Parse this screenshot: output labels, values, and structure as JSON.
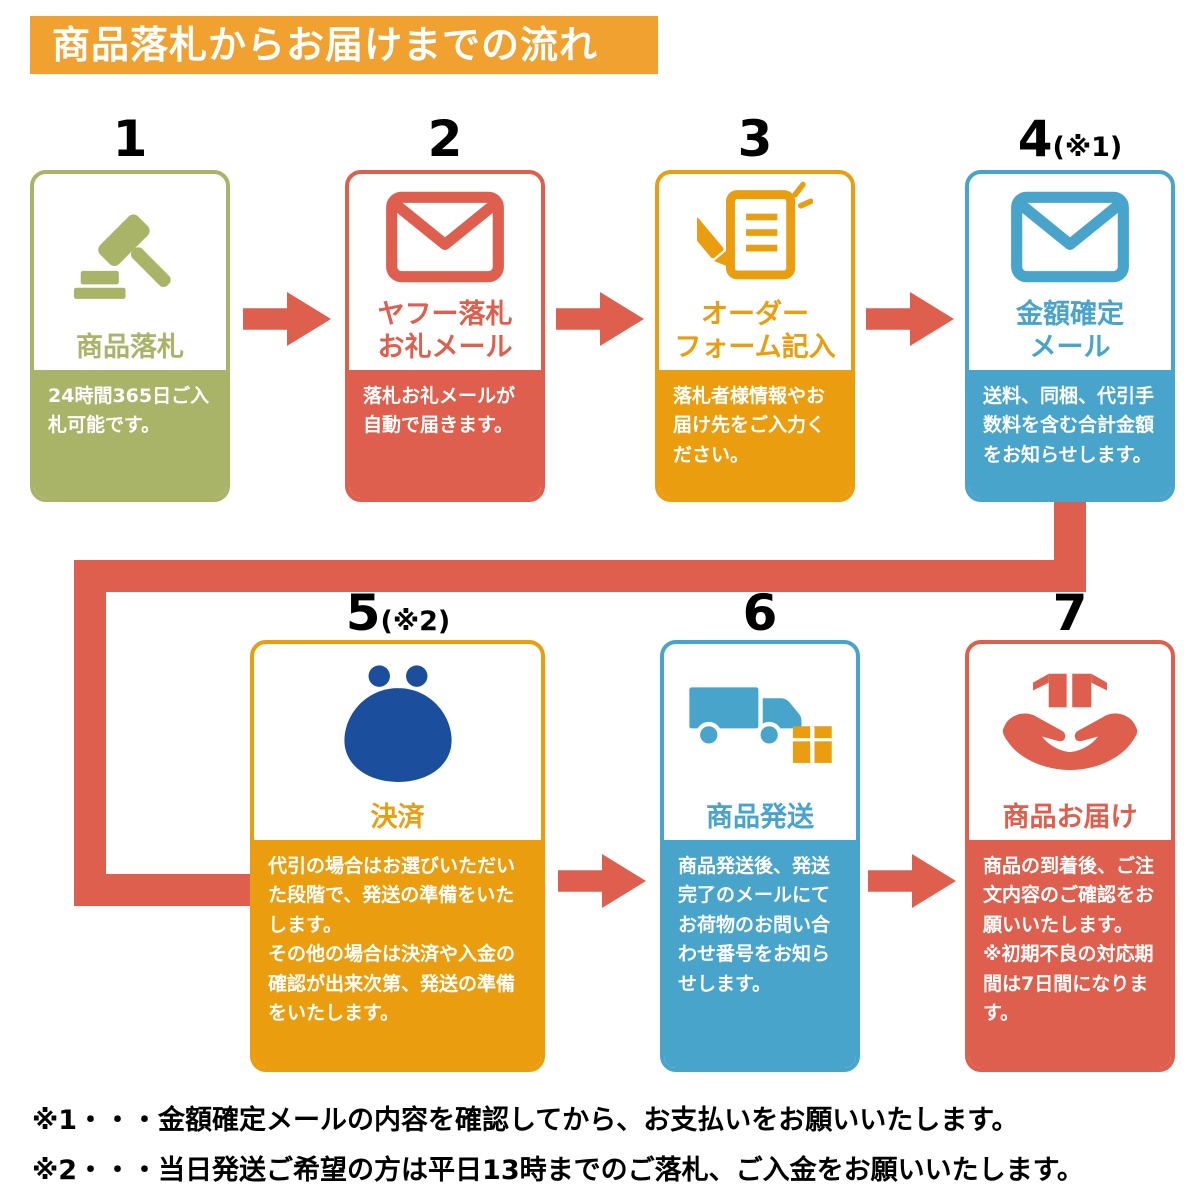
{
  "header": {
    "title": "商品落札からお届けまでの流れ",
    "bg": "#F1A12F",
    "fg": "#FFFFFF"
  },
  "colors": {
    "arrow": "#DE5F4D",
    "number": "#000000"
  },
  "steps": [
    {
      "number": "1",
      "number_note": "",
      "title": "商品落札",
      "desc": "24時間365日ご入札可能です。",
      "color": "#A9B469",
      "icon": "gavel-icon"
    },
    {
      "number": "2",
      "number_note": "",
      "title": "ヤフー落札\nお礼メール",
      "desc": "落札お礼メールが自動で届きます。",
      "color": "#DE5F4D",
      "icon": "envelope-icon"
    },
    {
      "number": "3",
      "number_note": "",
      "title": "オーダー\nフォーム記入",
      "desc": "落札者様情報やお届け先をご入力ください。",
      "color": "#EA9D0F",
      "icon": "order-form-pencil-icon"
    },
    {
      "number": "4",
      "number_note": "(※1)",
      "title": "金額確定\nメール",
      "desc": "送料、同梱、代引手数料を含む合計金額をお知らせします。",
      "color": "#48A4CB",
      "icon": "envelope-icon"
    },
    {
      "number": "5",
      "number_note": "(※2)",
      "title": "決済",
      "desc": "代引の場合はお選びいただいた段階で、発送の準備をいたします。\nその他の場合は決済や入金の確認が出来次第、発送の準備をいたします。",
      "color": "#EA9D0F",
      "icon": "coin-purse-icon",
      "icon_color": "#1B4F9E"
    },
    {
      "number": "6",
      "number_note": "",
      "title": "商品発送",
      "desc": "商品発送後、発送完了のメールにてお荷物のお問い合わせ番号をお知らせします。",
      "color": "#48A4CB",
      "icon": "delivery-truck-icon",
      "box_color": "#EA9D0F"
    },
    {
      "number": "7",
      "number_note": "",
      "title": "商品お届け",
      "desc": "商品の到着後、ご注文内容のご確認をお願いいたします。\n※初期不良の対応期間は7日間になります。",
      "color": "#DE5F4D",
      "icon": "hands-package-icon"
    }
  ],
  "footnotes": [
    "※1・・・金額確定メールの内容を確認してから、お支払いをお願いいたします。",
    "※2・・・当日発送ご希望の方は平日13時までのご落札、ご入金をお願いいたします。"
  ]
}
